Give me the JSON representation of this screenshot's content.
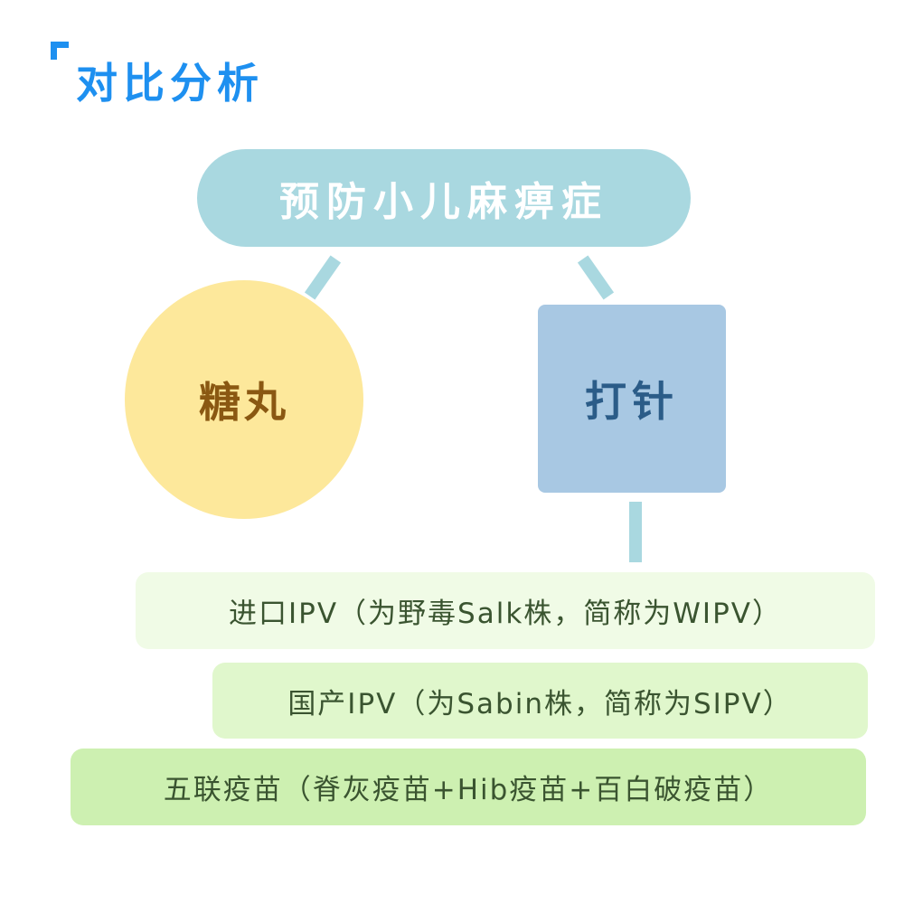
{
  "title": "对比分析",
  "root": "预防小儿麻痹症",
  "left_node": "糖丸",
  "right_node": "打针",
  "items": [
    "进口IPV（为野毒Salk株，简称为WIPV）",
    "国产IPV（为Sabin株，简称为SIPV）",
    "五联疫苗（脊灰疫苗+Hib疫苗+百白破疫苗）"
  ]
}
